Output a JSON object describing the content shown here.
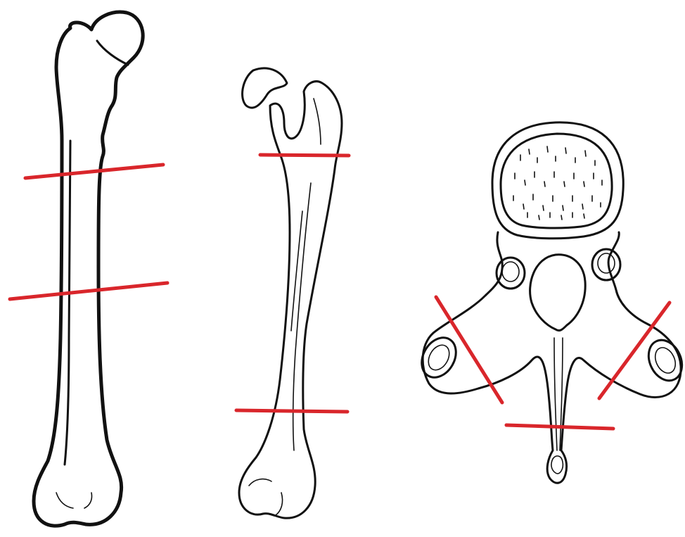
{
  "figure": {
    "items": [
      "femur-anterior",
      "femur-lateral",
      "vertebra-superior"
    ]
  },
  "colors": {
    "ink": "#111111",
    "cut_line": "#d9262b",
    "background": "#ffffff"
  }
}
